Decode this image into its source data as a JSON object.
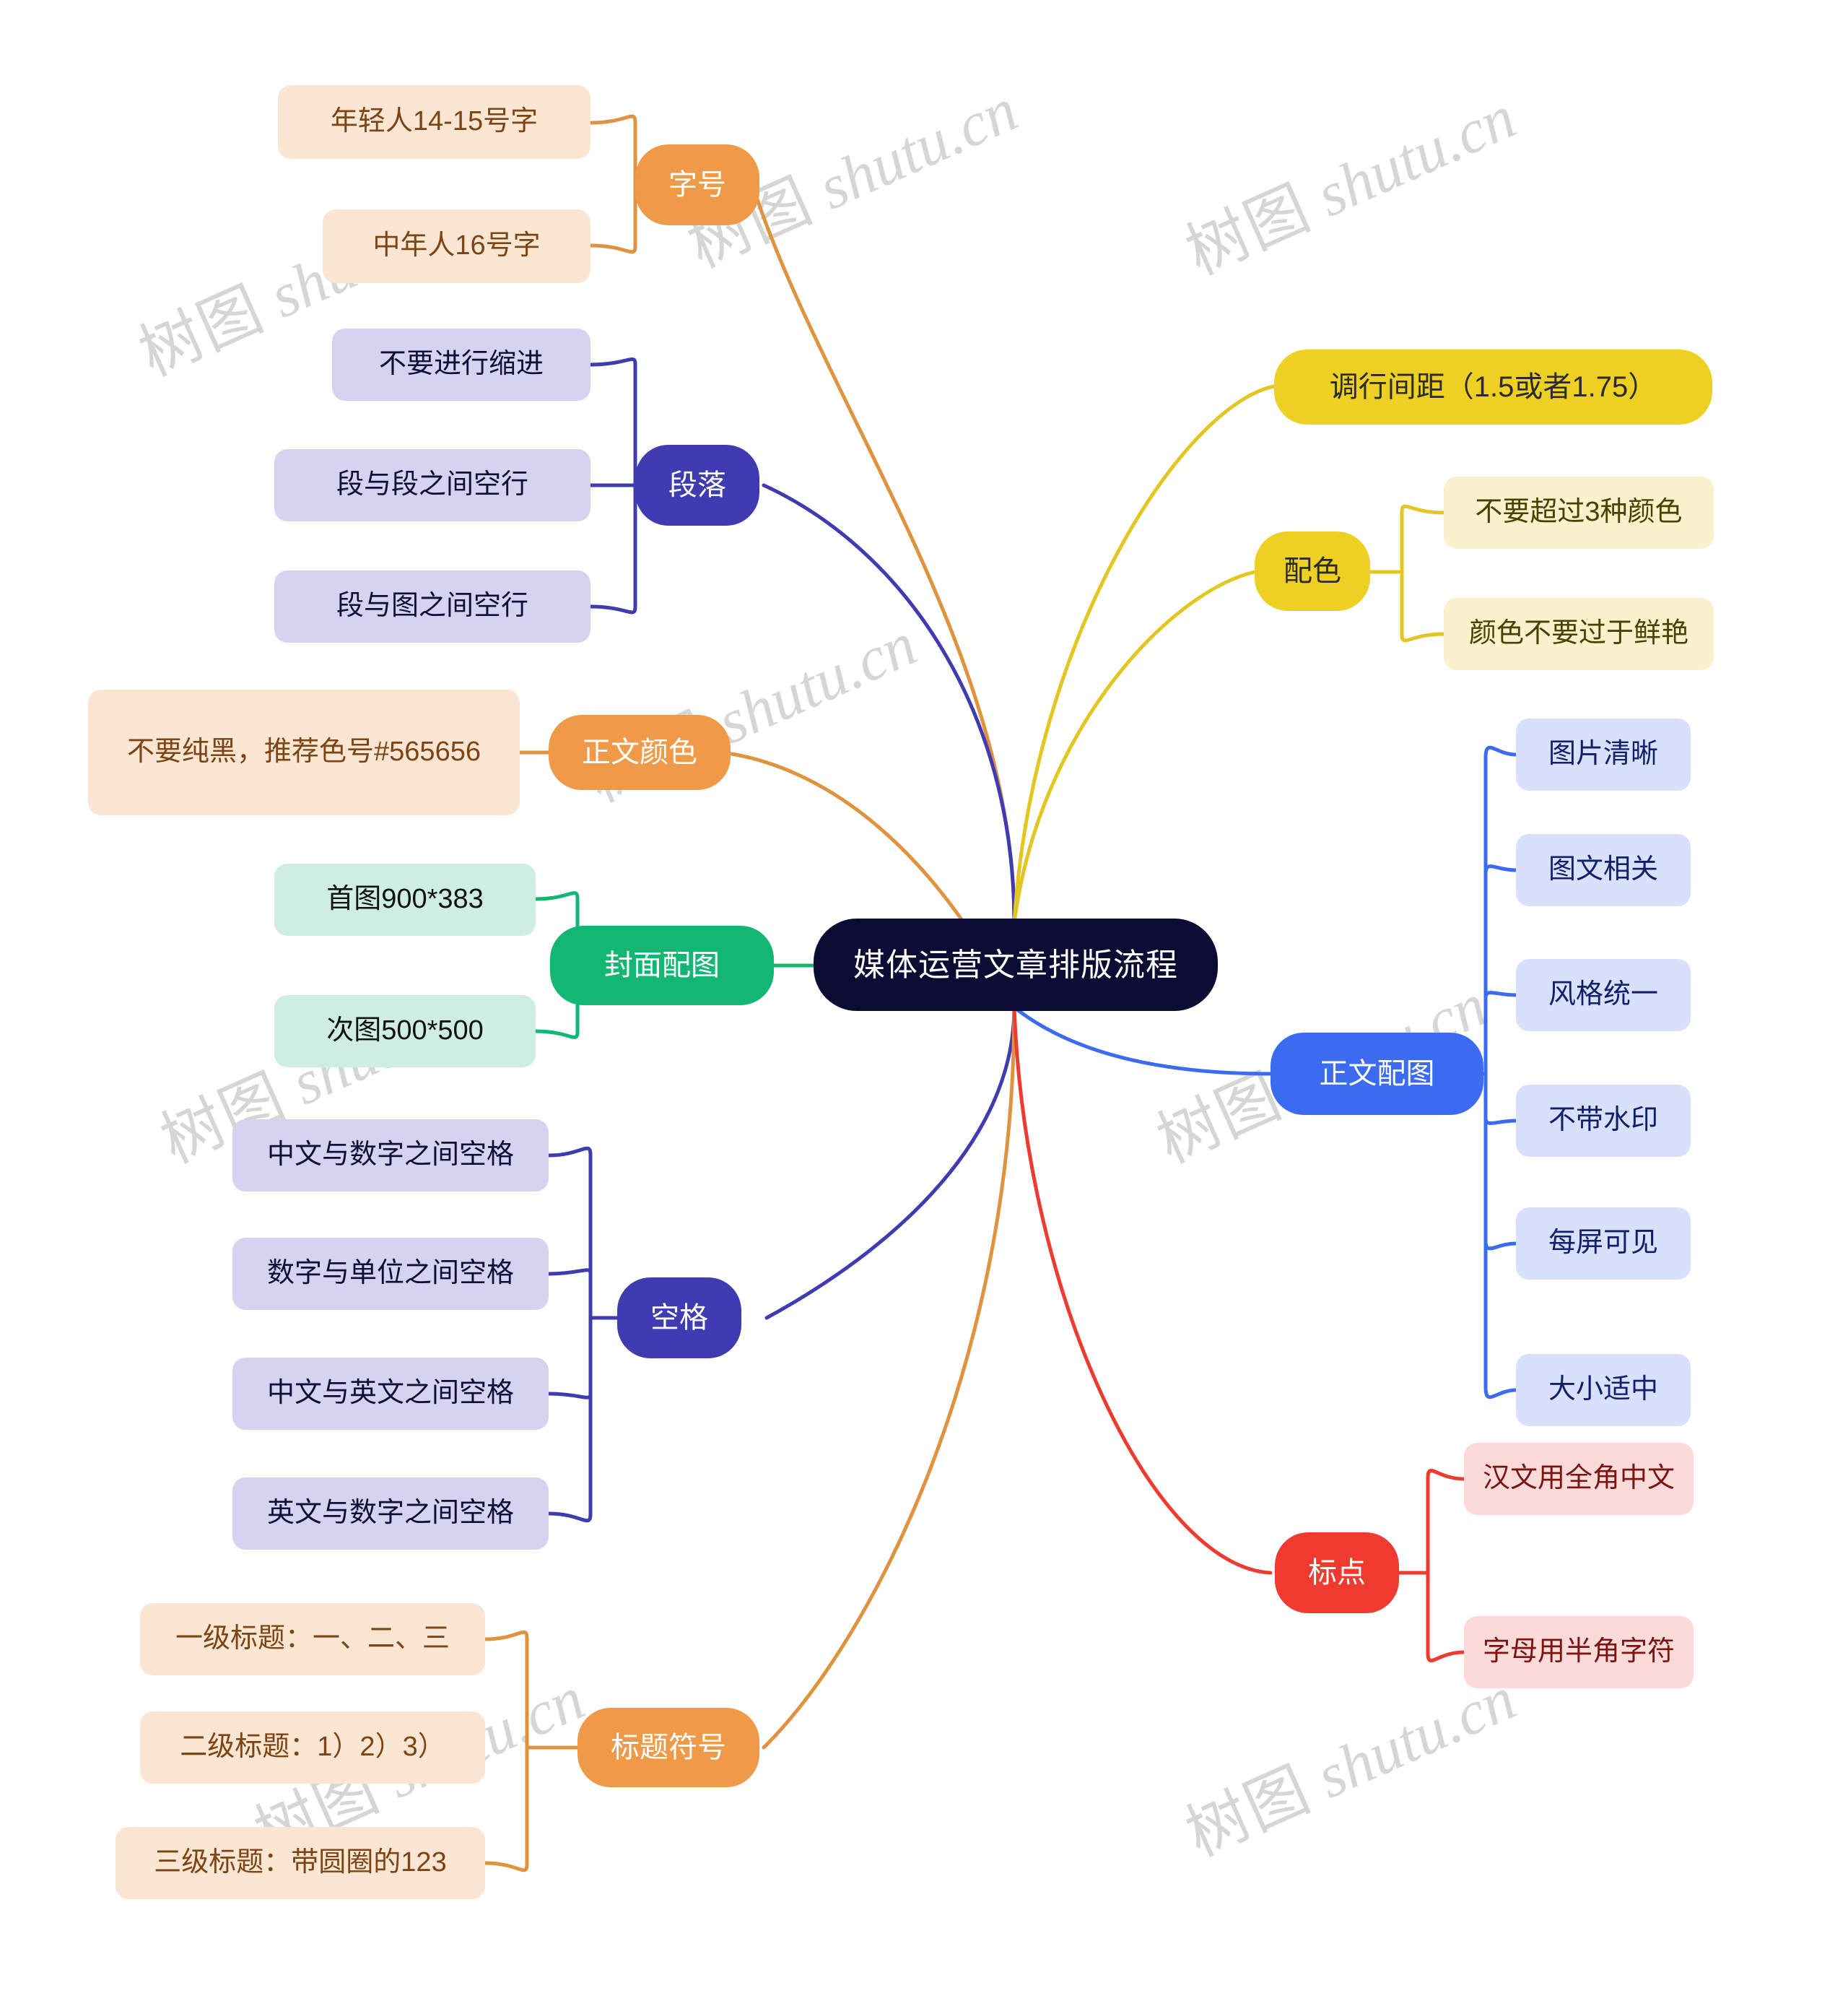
{
  "title": "媒体运营文章排版流程",
  "watermark": {
    "cjk": "树图",
    "latin": "shutu.cn"
  },
  "colors": {
    "root_bg": "#0b0b33",
    "orange": "#ef9a49",
    "orange_light": "#fbe6d4",
    "indigo": "#3f3bb0",
    "indigo_light": "#d5d3ef",
    "green": "#14b674",
    "green_light": "#cdeee0",
    "yellow": "#edd021",
    "yellow_light": "#faf2cd",
    "blue": "#3a6bf0",
    "blue_light": "#d8e0fb",
    "red": "#ef3b2f",
    "red_light": "#fbdada"
  },
  "branches": [
    {
      "label": "字号",
      "color": "orange",
      "side": "left",
      "children": [
        "年轻人14-15号字",
        "中年人16号字"
      ]
    },
    {
      "label": "段落",
      "color": "indigo",
      "side": "left",
      "children": [
        "不要进行缩进",
        "段与段之间空行",
        "段与图之间空行"
      ]
    },
    {
      "label": "正文颜色",
      "color": "orange",
      "side": "left",
      "children": [
        "不要纯黑，推荐色号#565656"
      ]
    },
    {
      "label": "封面配图",
      "color": "green",
      "side": "left",
      "children": [
        "首图900*383",
        "次图500*500"
      ]
    },
    {
      "label": "空格",
      "color": "indigo",
      "side": "left",
      "children": [
        "中文与数字之间空格",
        "数字与单位之间空格",
        "中文与英文之间空格",
        "英文与数字之间空格"
      ]
    },
    {
      "label": "标题符号",
      "color": "orange",
      "side": "left",
      "children": [
        "一级标题：一、二、三",
        "二级标题：1）2）3）",
        "三级标题：带圆圈的123"
      ]
    },
    {
      "label": "调行间距（1.5或者1.75）",
      "color": "yellow",
      "side": "right",
      "children": []
    },
    {
      "label": "配色",
      "color": "yellow",
      "side": "right",
      "children": [
        "不要超过3种颜色",
        "颜色不要过于鲜艳"
      ]
    },
    {
      "label": "正文配图",
      "color": "blue",
      "side": "right",
      "children": [
        "图片清晰",
        "图文相关",
        "风格统一",
        "不带水印",
        "每屏可见",
        "大小适中"
      ]
    },
    {
      "label": "标点",
      "color": "red",
      "side": "right",
      "children": [
        "汉文用全角中文",
        "字母用半角字符"
      ]
    }
  ]
}
